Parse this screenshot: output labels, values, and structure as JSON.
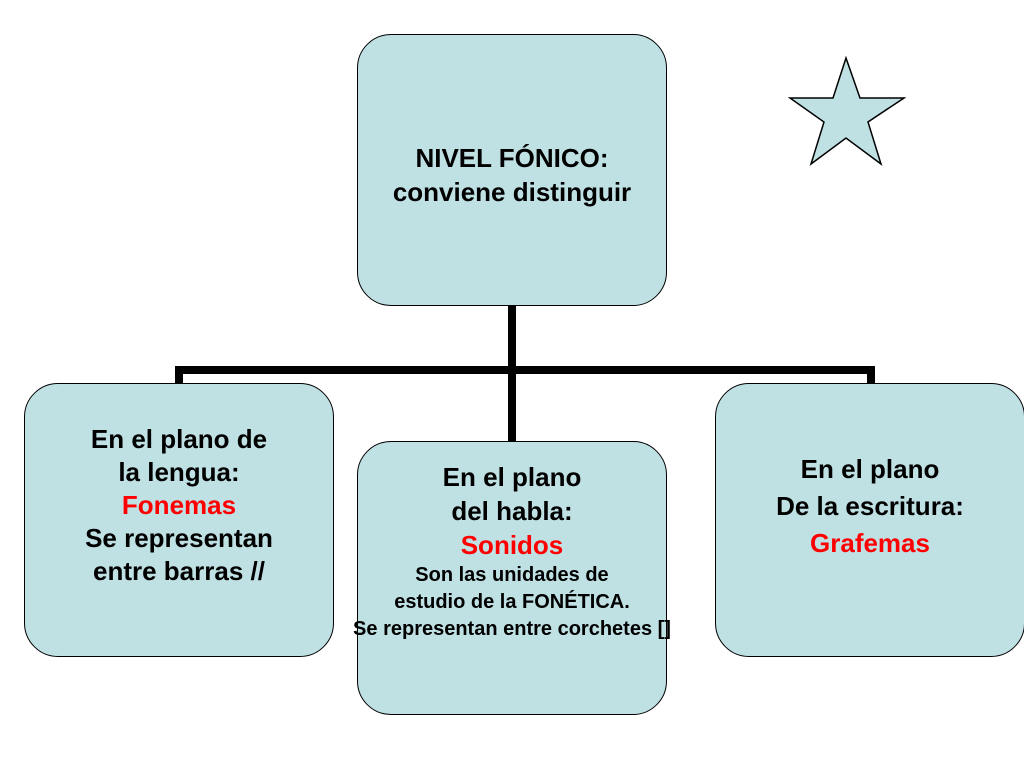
{
  "diagram": {
    "colors": {
      "box_fill": "#bfe1e4",
      "box_border": "#000000",
      "accent": "#ff0000",
      "connector": "#000000"
    },
    "top": {
      "line1": "NIVEL FÓNICO:",
      "line2": "conviene distinguir"
    },
    "left": {
      "line1": "En el plano de",
      "line2": "la lengua:",
      "highlight": "Fonemas",
      "line4": "Se representan",
      "line5": "entre barras //"
    },
    "middle": {
      "line1": "En el plano",
      "line2": "del habla:",
      "highlight": "Sonidos",
      "note1": "Son las unidades de",
      "note2": "estudio de la FONÉTICA.",
      "note3": "Se representan entre corchetes []"
    },
    "right": {
      "line1": "En el plano",
      "line2": "De la escritura:",
      "highlight": "Grafemas"
    },
    "decoration": {
      "icon": "star-icon"
    }
  }
}
